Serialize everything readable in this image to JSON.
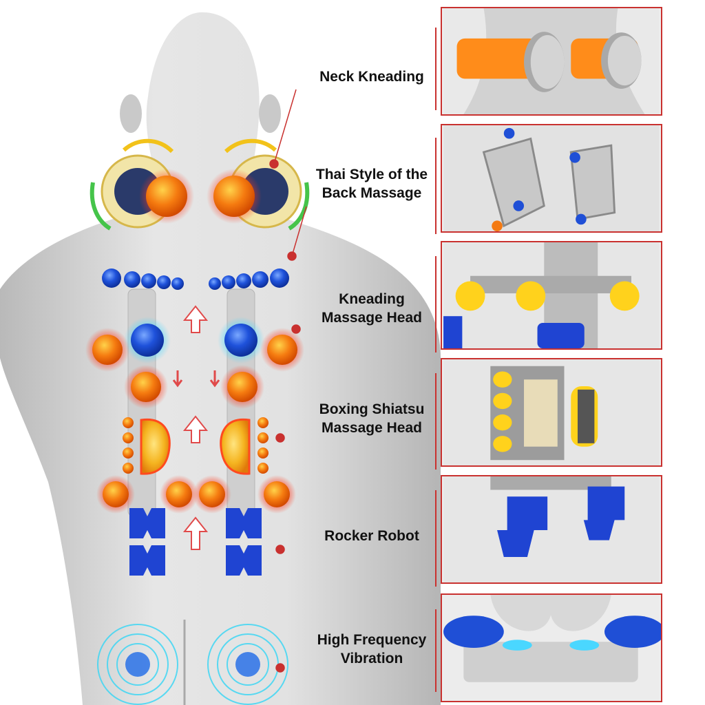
{
  "features": [
    {
      "id": "neck-kneading",
      "lines": [
        "Neck Kneading"
      ]
    },
    {
      "id": "thai-style-back-massage",
      "lines": [
        "Thai Style of the",
        "Back Massage"
      ]
    },
    {
      "id": "kneading-massage-head",
      "lines": [
        "Kneading",
        "Massage Head"
      ]
    },
    {
      "id": "boxing-shiatsu-massage-head",
      "lines": [
        "Boxing Shiatsu",
        "Massage Head"
      ]
    },
    {
      "id": "rocker-robot",
      "lines": [
        "Rocker Robot"
      ]
    },
    {
      "id": "high-frequency-vibration",
      "lines": [
        "High Frequency",
        "Vibration"
      ]
    }
  ],
  "colors": {
    "accent_red": "#c9312f",
    "orange_ball": "#f47a12",
    "blue_ball": "#1f4fd6",
    "yellow_ball": "#ffd21c",
    "body_grey": "#dcdcdc"
  }
}
